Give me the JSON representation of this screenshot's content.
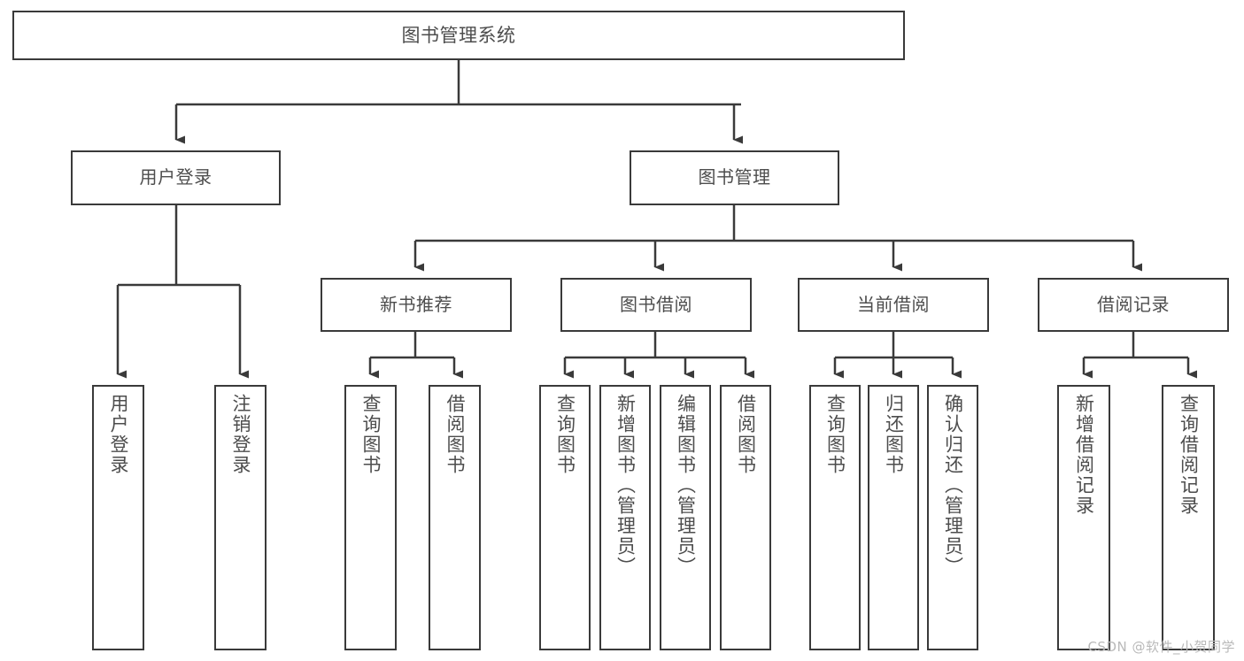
{
  "diagram": {
    "title": "图书管理系统",
    "type": "tree-hierarchy",
    "watermark": "CSDN @软件_小贺同学",
    "colors": {
      "box_border": "#3a3a3a",
      "box_fill": "#ffffff",
      "text": "#4d4d4d",
      "connector": "#3a3a3a",
      "watermark": "#b9b9b9",
      "background": "#ffffff"
    },
    "root": {
      "label": "图书管理系统"
    },
    "level1": [
      {
        "label": "用户登录"
      },
      {
        "label": "图书管理"
      }
    ],
    "level2": [
      {
        "label": "新书推荐"
      },
      {
        "label": "图书借阅"
      },
      {
        "label": "当前借阅"
      },
      {
        "label": "借阅记录"
      }
    ],
    "leaves": {
      "user_login": [
        {
          "label": "用户登录"
        },
        {
          "label": "注销登录"
        }
      ],
      "new_book_recommend": [
        {
          "label": "查询图书"
        },
        {
          "label": "借阅图书"
        }
      ],
      "book_borrow": [
        {
          "label": "查询图书"
        },
        {
          "label": "新增图书（管理员）"
        },
        {
          "label": "编辑图书（管理员）"
        },
        {
          "label": "借阅图书"
        }
      ],
      "current_borrow": [
        {
          "label": "查询图书"
        },
        {
          "label": "归还图书"
        },
        {
          "label": "确认归还（管理员）"
        }
      ],
      "borrow_record": [
        {
          "label": "新增借阅记录"
        },
        {
          "label": "查询借阅记录"
        }
      ]
    }
  }
}
